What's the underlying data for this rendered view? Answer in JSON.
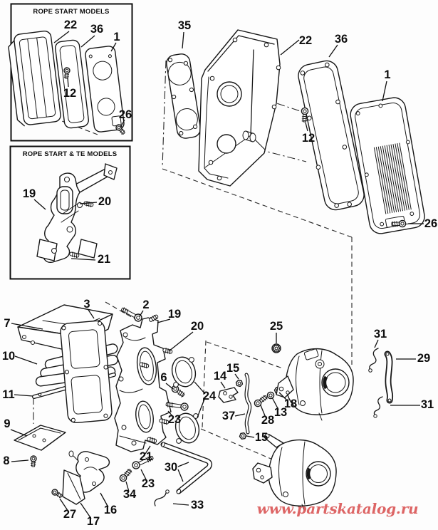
{
  "diagram": {
    "inset1": {
      "title": "ROPE START MODELS"
    },
    "inset2": {
      "title": "ROPE START & TE MODELS"
    },
    "callouts": [
      {
        "n": "22"
      },
      {
        "n": "36"
      },
      {
        "n": "1"
      },
      {
        "n": "12"
      },
      {
        "n": "26"
      },
      {
        "n": "19"
      },
      {
        "n": "20"
      },
      {
        "n": "21"
      },
      {
        "n": "35"
      },
      {
        "n": "22"
      },
      {
        "n": "36"
      },
      {
        "n": "1"
      },
      {
        "n": "12"
      },
      {
        "n": "26"
      },
      {
        "n": "7"
      },
      {
        "n": "3"
      },
      {
        "n": "2"
      },
      {
        "n": "19"
      },
      {
        "n": "20"
      },
      {
        "n": "10"
      },
      {
        "n": "11"
      },
      {
        "n": "9"
      },
      {
        "n": "8"
      },
      {
        "n": "25"
      },
      {
        "n": "31"
      },
      {
        "n": "29"
      },
      {
        "n": "31"
      },
      {
        "n": "15"
      },
      {
        "n": "14"
      },
      {
        "n": "24"
      },
      {
        "n": "6"
      },
      {
        "n": "37"
      },
      {
        "n": "18"
      },
      {
        "n": "13"
      },
      {
        "n": "28"
      },
      {
        "n": "15"
      },
      {
        "n": "23"
      },
      {
        "n": "21"
      },
      {
        "n": "23"
      },
      {
        "n": "30"
      },
      {
        "n": "34"
      },
      {
        "n": "33"
      },
      {
        "n": "16"
      },
      {
        "n": "17"
      },
      {
        "n": "27"
      }
    ],
    "watermark": {
      "text": "www.partskatalog.ru",
      "color": "#d94f4f"
    },
    "line_color": "#161616"
  }
}
